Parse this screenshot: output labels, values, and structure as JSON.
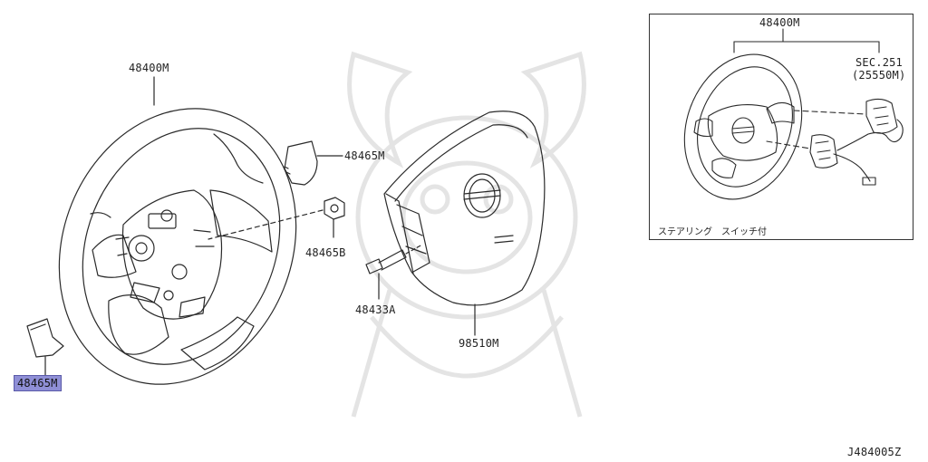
{
  "parts": {
    "main_wheel": "48400M",
    "cover_upper": "48465M",
    "nut": "48465B",
    "bolt": "48433A",
    "airbag": "98510M",
    "cover_lower_highlighted": "48465M"
  },
  "inset": {
    "wheel": "48400M",
    "section_ref_line1": "SEC.251",
    "section_ref_line2": "(25550M)",
    "caption": "ステアリング　スイッチ付"
  },
  "diagram_code": "J484005Z",
  "colors": {
    "line": "#2a2a2a",
    "highlight_fill": "#8f8fd6",
    "highlight_border": "#5a5aa8"
  }
}
